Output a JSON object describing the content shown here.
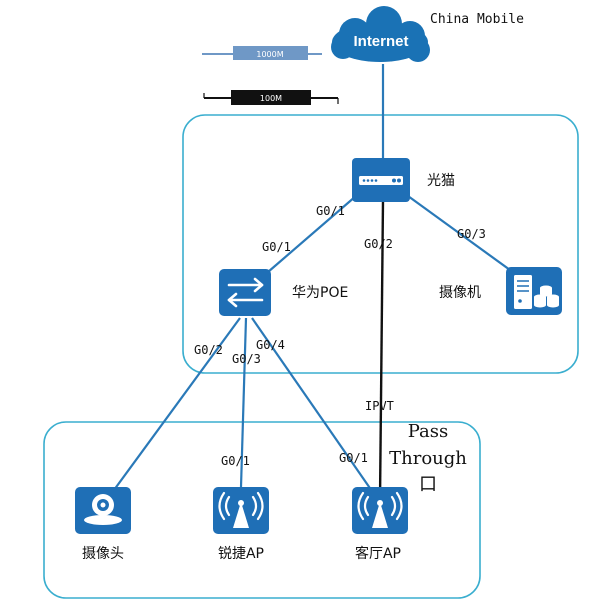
{
  "internet": {
    "label": "Internet",
    "isp": "China Mobile"
  },
  "legend": {
    "fast_label": "1000M",
    "slow_label": "100M"
  },
  "devices": {
    "modem": "光猫",
    "poe_switch": "华为POE",
    "nvr": "摄像机",
    "camera": "摄像头",
    "ap_ruijie": "锐捷AP",
    "ap_living": "客厅AP"
  },
  "ports": {
    "modem_g01": "G0/1",
    "switch_g01": "G0/1",
    "modem_g02": "G0/2",
    "modem_g03": "G0/3",
    "switch_g02": "G0/2",
    "switch_g03": "G0/3",
    "switch_g04": "G0/4",
    "ap_ruijie_g01": "G0/1",
    "ap_living_g01": "G0/1",
    "iptv": "IPVT"
  },
  "pass_through": {
    "line1": "Pass",
    "line2": "Through",
    "line3": "口"
  },
  "colors": {
    "zone_border": "#3aaecf",
    "link_blue": "#2a79b8",
    "link_black": "#111111",
    "device_blue": "#1f6fb6",
    "cloud_blue": "#1a72b5",
    "legend_fast": "#6f98c6"
  }
}
